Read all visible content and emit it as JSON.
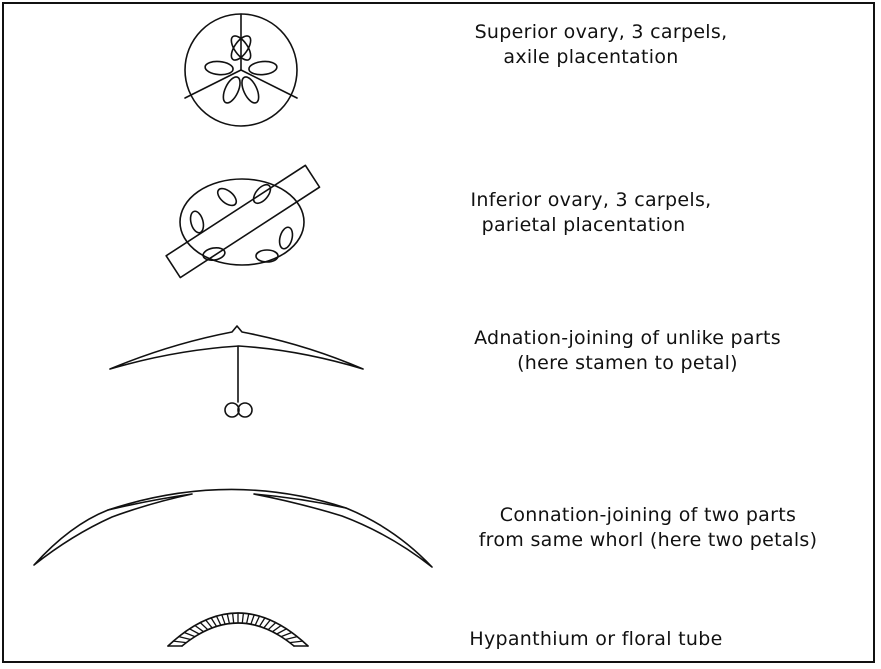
{
  "items": [
    {
      "line1": "Superior ovary, 3 carpels,",
      "line2": "axile placentation"
    },
    {
      "line1": "Inferior ovary, 3 carpels,",
      "line2": "parietal placentation"
    },
    {
      "line1": "Adnation-joining of unlike parts",
      "line2": "(here stamen to petal)"
    },
    {
      "line1": "Connation-joining of two parts",
      "line2": "from same whorl (here two petals)"
    },
    {
      "line1": "Hypanthium or floral tube"
    }
  ]
}
